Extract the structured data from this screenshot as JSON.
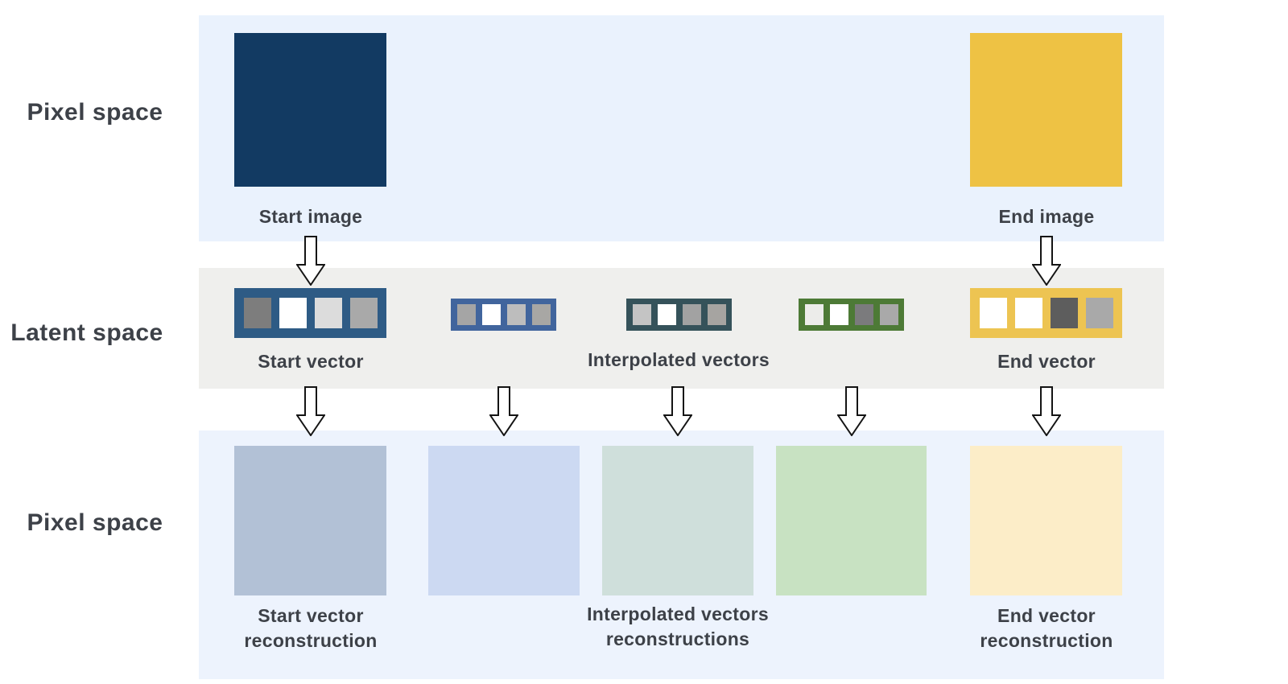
{
  "colors": {
    "band_pixel_top": "#eaf2fd",
    "band_latent": "#efefed",
    "band_pixel_bottom": "#edf3fd",
    "text": "#3d4148",
    "arrow_outline": "#141414"
  },
  "row_labels": {
    "pixel_top": "Pixel space",
    "latent": "Latent space",
    "pixel_bottom": "Pixel space"
  },
  "pixel_top": {
    "start": {
      "caption": "Start image",
      "fill": "#123a62"
    },
    "end": {
      "caption": "End image",
      "fill": "#eec244"
    }
  },
  "latent": {
    "captions": {
      "start": "Start vector",
      "middle": "Interpolated vectors",
      "end": "End vector"
    },
    "vectors": [
      {
        "border": "#2e5b85",
        "cells": [
          "#7d7d7d",
          "#ffffff",
          "#dcdcdc",
          "#a9a9a9"
        ]
      },
      {
        "border": "#41659d",
        "cells": [
          "#a5a5a5",
          "#ffffff",
          "#bdbdbd",
          "#a8a7a4"
        ]
      },
      {
        "border": "#35525a",
        "cells": [
          "#c4c4c4",
          "#ffffff",
          "#a2a2a2",
          "#a6a4a1"
        ]
      },
      {
        "border": "#4d7a36",
        "cells": [
          "#ececea",
          "#ffffff",
          "#7b7b7d",
          "#a9a9a9"
        ]
      },
      {
        "border": "#edc452",
        "cells": [
          "#ffffff",
          "#ffffff",
          "#5d5d5d",
          "#a9a9a9"
        ]
      }
    ]
  },
  "pixel_bottom": {
    "squares": [
      "#b2c1d6",
      "#ccd9f2",
      "#cfdfdb",
      "#c8e2c2",
      "#fcedc8"
    ],
    "captions": [
      {
        "line1": "Start vector",
        "line2": "reconstruction"
      },
      {
        "line1": "Interpolated vectors",
        "line2": "reconstructions"
      },
      {
        "line1": "End vector",
        "line2": "reconstruction"
      }
    ]
  }
}
